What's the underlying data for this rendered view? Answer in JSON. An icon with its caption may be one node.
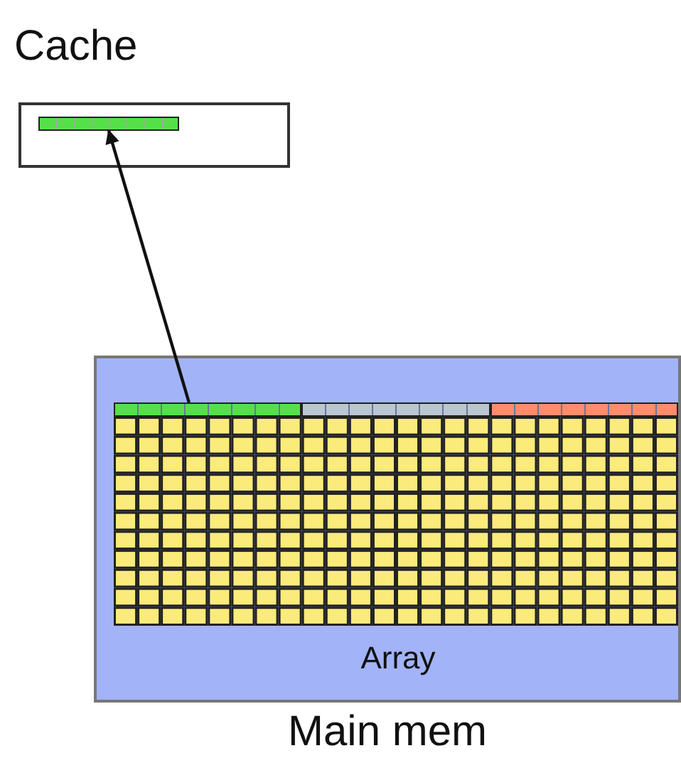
{
  "diagram": {
    "nodes": [
      {
        "text": [
          "Cache"
        ]
      },
      {
        "text": [],
        "shape": "bar",
        "in": 0
      },
      {
        "text": [
          "Main mem"
        ]
      },
      {
        "text": [],
        "shape": "bar",
        "in": 2
      },
      {
        "text": [],
        "shape": "bar",
        "in": 2
      },
      {
        "text": [],
        "shape": "bar",
        "in": 2
      }
    ],
    "edges": [
      {
        "from": 3,
        "to": 1,
        "arrow": "to"
      }
    ],
    "labels": [
      "Array"
    ]
  }
}
